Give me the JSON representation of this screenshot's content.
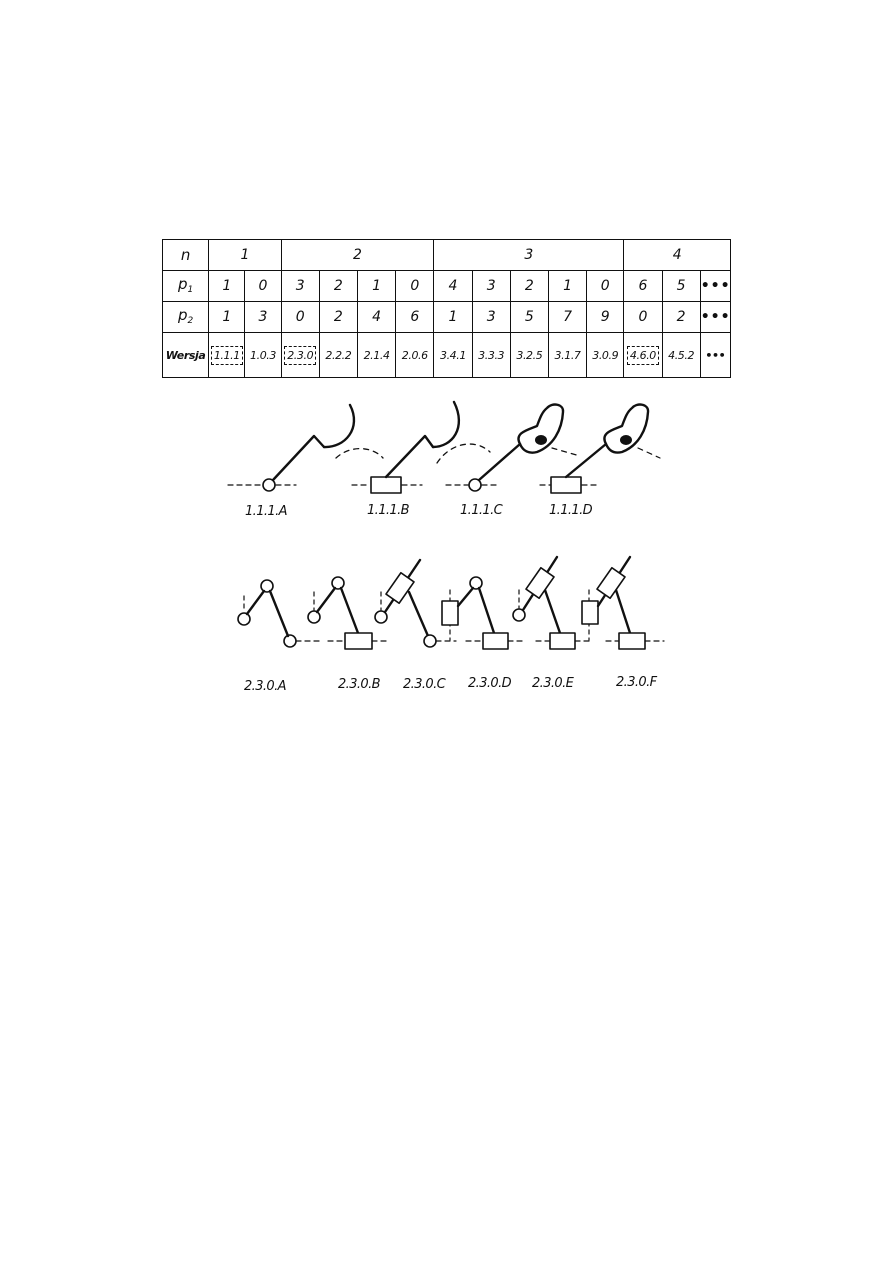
{
  "table": {
    "row_labels": {
      "n": "n",
      "p1_base": "p",
      "p1_sub": "1",
      "p2_base": "p",
      "p2_sub": "2",
      "wersja": "Wersja"
    },
    "n_groups": [
      "1",
      "2",
      "3",
      "4"
    ],
    "p1": [
      "1",
      "0",
      "3",
      "2",
      "1",
      "0",
      "4",
      "3",
      "2",
      "1",
      "0",
      "6",
      "5"
    ],
    "p2": [
      "1",
      "3",
      "0",
      "2",
      "4",
      "6",
      "1",
      "3",
      "5",
      "7",
      "9",
      "0",
      "2"
    ],
    "versions": [
      "1.1.1",
      "1.0.3",
      "2.3.0",
      "2.2.2",
      "2.1.4",
      "2.0.6",
      "3.4.1",
      "3.3.3",
      "3.2.5",
      "3.1.7",
      "3.0.9",
      "4.6.0",
      "4.5.2"
    ],
    "more": "•••"
  },
  "mechanisms": {
    "row1": [
      "1.1.1.A",
      "1.1.1.B",
      "1.1.1.C",
      "1.1.1.D"
    ],
    "row2": [
      "2.3.0.A",
      "2.3.0.B",
      "2.3.0.C",
      "2.3.0.D",
      "2.3.0.E",
      "2.3.0.F"
    ]
  }
}
